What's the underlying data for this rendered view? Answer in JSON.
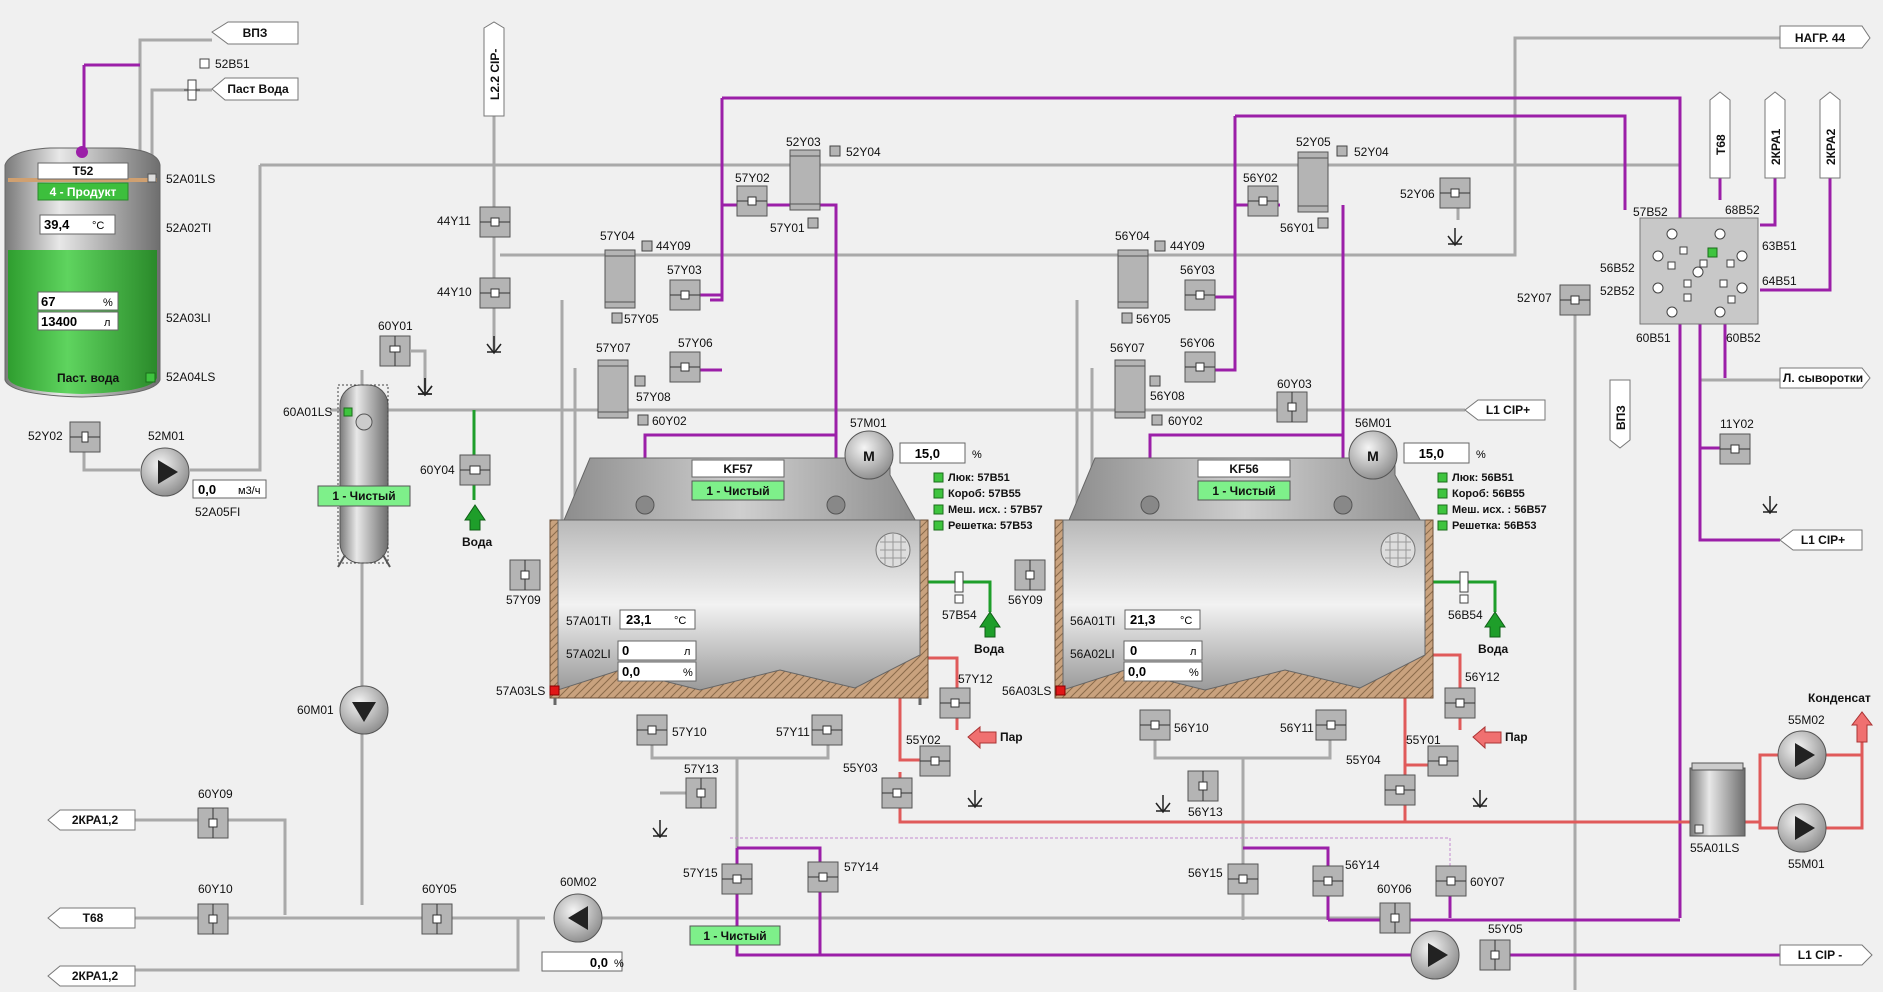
{
  "tags": {
    "vpz_top": "ВПЗ",
    "past_voda": "Паст Вода",
    "l22_cip": "L2.2 CIP-",
    "nagr44": "НАГР. 44",
    "t68_top": "Т68",
    "kra1_top": "2КРА1",
    "kra2_top": "2КРА2",
    "vpz_right": "ВПЗ",
    "l_syvorotki": "Л. сыворотки",
    "l1cip_plus_1": "L1 CIP+",
    "l1cip_plus_2": "L1 CIP+",
    "l1cip_minus": "L1 CIP -",
    "kra12_a": "2КРА1,2",
    "t68_left": "Т68",
    "kra12_b": "2КРА1,2",
    "voda": "Вода",
    "par": "Пар",
    "kondensat": "Конденсат"
  },
  "t52": {
    "name": "T52",
    "product": "4 - Продукт",
    "temp": "39,4",
    "temp_unit": "°C",
    "level_pct": "67",
    "level_pct_unit": "%",
    "volume": "13400",
    "volume_unit": "л",
    "content": "Паст. вода",
    "labels": {
      "52B51": "52B51",
      "52A01LS": "52A01LS",
      "52A02TI": "52A02TI",
      "52A03LI": "52A03LI",
      "52A04LS": "52A04LS"
    }
  },
  "pump52": {
    "name": "52M01",
    "flow": "0,0",
    "flow_unit": "м3/ч",
    "fi": "52A05FI",
    "valve": "52Y02"
  },
  "sep60": {
    "name": "60A01LS",
    "state": "1 - Чистый",
    "y01": "60Y01",
    "y04": "60Y04",
    "m01": "60M01"
  },
  "kf57": {
    "name": "KF57",
    "state": "1 - Чистый",
    "motor": "57M01",
    "speed": "15,0",
    "speed_unit": "%",
    "temp_label": "57A01TI",
    "temp": "23,1",
    "temp_unit": "°C",
    "level_label": "57A02LI",
    "volume": "0",
    "volume_unit": "л",
    "pct": "0,0",
    "pct_unit": "%",
    "ls": "57A03LS",
    "interlocks": [
      "Люк: 57B51",
      "Короб: 57B55",
      "Меш. исх. : 57B57",
      "Решетка: 57B53"
    ],
    "b54": "57B54"
  },
  "kf56": {
    "name": "KF56",
    "state": "1 - Чистый",
    "motor": "56M01",
    "speed": "15,0",
    "speed_unit": "%",
    "temp_label": "56A01TI",
    "temp": "21,3",
    "temp_unit": "°C",
    "level_label": "56A02LI",
    "volume": "0",
    "volume_unit": "л",
    "pct": "0,0",
    "pct_unit": "%",
    "ls": "56A03LS",
    "interlocks": [
      "Люк: 56B51",
      "Короб: 56B55",
      "Меш. исх. : 56B57",
      "Решетка: 56B53"
    ],
    "b54": "56B54"
  },
  "valves": {
    "v44Y11": "44Y11",
    "v44Y10": "44Y10",
    "v44Y09a": "44Y09",
    "v44Y09b": "44Y09",
    "v57Y04": "57Y04",
    "v57Y05": "57Y05",
    "v57Y03": "57Y03",
    "v57Y02": "57Y02",
    "v57Y01": "57Y01",
    "v52Y03": "52Y03",
    "v52Y04a": "52Y04",
    "v57Y07": "57Y07",
    "v57Y06": "57Y06",
    "v57Y08": "57Y08",
    "v60Y02a": "60Y02",
    "v57Y09": "57Y09",
    "v57Y12": "57Y12",
    "v57Y10": "57Y10",
    "v57Y11": "57Y11",
    "v57Y13": "57Y13",
    "v57Y15": "57Y15",
    "v57Y14": "57Y14",
    "v55Y02": "55Y02",
    "v55Y03": "55Y03",
    "v56Y04": "56Y04",
    "v56Y05": "56Y05",
    "v56Y03": "56Y03",
    "v56Y02": "56Y02",
    "v56Y01": "56Y01",
    "v52Y05": "52Y05",
    "v52Y04b": "52Y04",
    "v56Y07": "56Y07",
    "v56Y06": "56Y06",
    "v56Y08": "56Y08",
    "v60Y02b": "60Y02",
    "v56Y09": "56Y09",
    "v56Y12": "56Y12",
    "v56Y10": "56Y10",
    "v56Y11": "56Y11",
    "v56Y13": "56Y13",
    "v56Y15": "56Y15",
    "v56Y14": "56Y14",
    "v55Y01": "55Y01",
    "v55Y04": "55Y04",
    "v60Y03": "60Y03",
    "v52Y06": "52Y06",
    "v52Y07": "52Y07",
    "v11Y02": "11Y02",
    "v60Y09": "60Y09",
    "v60Y10": "60Y10",
    "v60Y05": "60Y05",
    "v60Y06": "60Y06",
    "v60Y07": "60Y07",
    "v55Y05": "55Y05"
  },
  "pump60M02": {
    "name": "60M02",
    "speed": "0,0",
    "speed_unit": "%"
  },
  "state_bottom": "1 - Чистый",
  "manifold": {
    "b57": "57B52",
    "b68": "68B52",
    "b63": "63B51",
    "b56": "56B52",
    "b52": "52B52",
    "b64": "64B51",
    "b60a": "60B51",
    "b60b": "60B52"
  },
  "cond": {
    "tank": "55A01LS",
    "m02": "55M02",
    "m01": "55M01"
  },
  "colors": {
    "product": "#3dbf3d",
    "state": "#7ef08a",
    "cip": "#9b1fa8",
    "steam": "#e05a5a",
    "water": "#1e9e2a"
  }
}
